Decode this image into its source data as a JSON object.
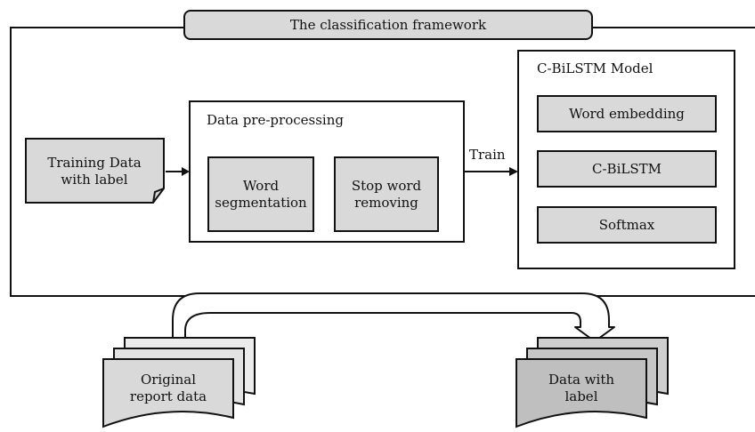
{
  "framework": {
    "title": "The classification framework"
  },
  "training_data": {
    "label": "Training Data\nwith label"
  },
  "preprocessing": {
    "title": "Data pre-processing",
    "steps": [
      "Word\nsegmentation",
      "Stop word\nremoving"
    ]
  },
  "train_label": "Train",
  "model": {
    "title": "C-BiLSTM Model",
    "layers": [
      "Word embedding",
      "C-BiLSTM",
      "Softmax"
    ]
  },
  "original_data": {
    "label": "Original\nreport data"
  },
  "labeled_data": {
    "label": "Data with\nlabel"
  },
  "colors": {
    "box_fill": "#d9d9d9",
    "labeled_fill": "#bfbfbf",
    "stroke": "#111111"
  }
}
